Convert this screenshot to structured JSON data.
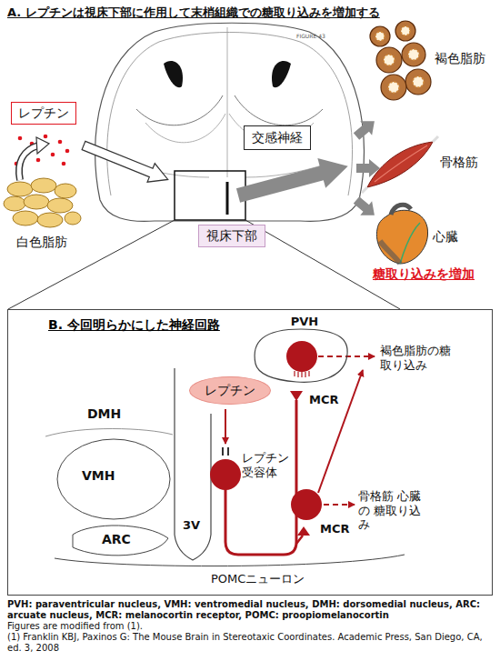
{
  "diagram": {
    "title": "A. レプチンは視床下部に作用して末梢組織での糖取り込みを増加する",
    "nodes": [
      {
        "text": [
          "レプチン"
        ]
      },
      {
        "text": [
          "交感神経"
        ]
      },
      {
        "text": [
          "視床下部"
        ]
      },
      {
        "text": [
          "B. 今回明らかにした神経回路"
        ]
      },
      {
        "text": [
          "PVH"
        ],
        "in": 3
      },
      {
        "text": [
          "レプチン"
        ],
        "in": 3
      }
    ],
    "labels": [
      "白色脂肪",
      "褐色脂肪",
      "骨格筋",
      "心臓",
      "糖取り込みを増加",
      "FIGURE 43",
      "DMH",
      "VMH",
      "ARC",
      "3V",
      "MCR",
      "MCR",
      "レプチン受容体",
      "褐色脂肪の糖取り込み",
      "骨格筋 心臓の 糖取り込み",
      "POMCニューロン",
      "PVH: paraventricular nucleus, VMH: ventromedial nucleus, DMH: dorsomedial nucleus, ARC: arcuate nucleus, MCR: melanocortin receptor, POMC: proopiomelanocortin",
      "Figures are modified from (1).",
      "(1) Franklin KBJ, Paxinos G: The Mouse Brain in Stereotaxic Coordinates. Academic Press, San Diego, CA, ed. 3, 2008"
    ]
  }
}
